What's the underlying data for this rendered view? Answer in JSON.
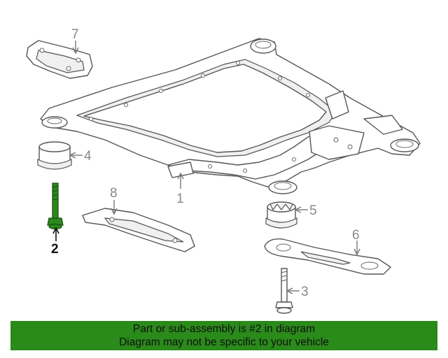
{
  "diagram": {
    "callouts": [
      {
        "label": "1"
      },
      {
        "label": "2"
      },
      {
        "label": "3"
      },
      {
        "label": "4"
      },
      {
        "label": "5"
      },
      {
        "label": "6"
      },
      {
        "label": "7"
      },
      {
        "label": "8"
      }
    ],
    "colors": {
      "highlight_part": "#2a8a1a",
      "banner_bg": "#2a8a1a",
      "line": "#555555",
      "callout_text": "#888888"
    }
  },
  "banner": {
    "line1": "Part or sub-assembly is #2 in diagram",
    "line2": "Diagram may not be specific to your vehicle"
  }
}
